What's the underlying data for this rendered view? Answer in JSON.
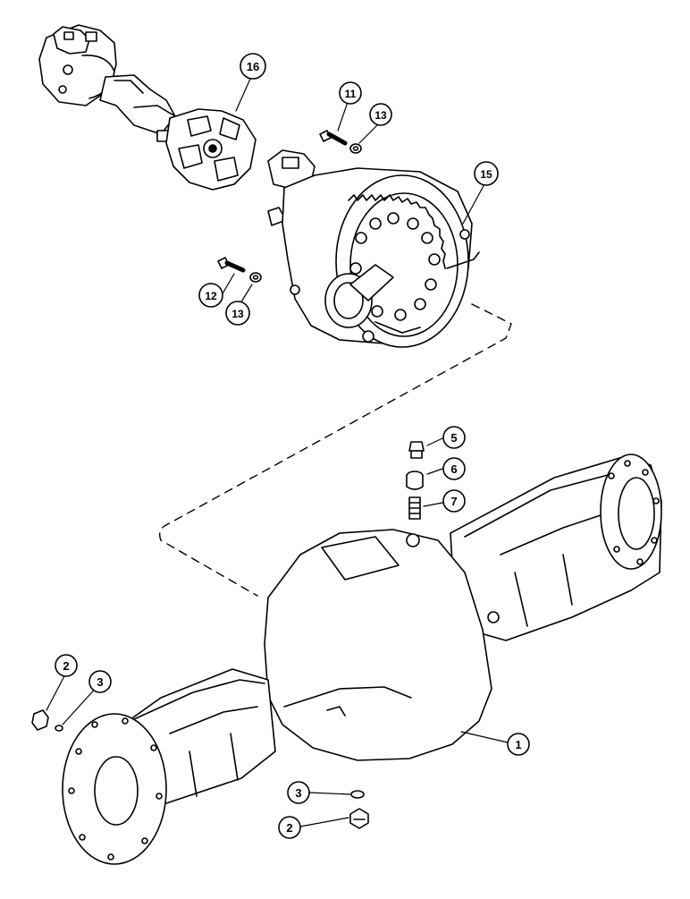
{
  "diagram": {
    "callouts": [
      {
        "id": "c16",
        "label": "16"
      },
      {
        "id": "c11",
        "label": "11"
      },
      {
        "id": "c13a",
        "label": "13"
      },
      {
        "id": "c15",
        "label": "15"
      },
      {
        "id": "c12",
        "label": "12"
      },
      {
        "id": "c13b",
        "label": "13"
      },
      {
        "id": "c5",
        "label": "5"
      },
      {
        "id": "c6",
        "label": "6"
      },
      {
        "id": "c7",
        "label": "7"
      },
      {
        "id": "c2a",
        "label": "2"
      },
      {
        "id": "c3a",
        "label": "3"
      },
      {
        "id": "c1",
        "label": "1"
      },
      {
        "id": "c3b",
        "label": "3"
      },
      {
        "id": "c2b",
        "label": "2"
      }
    ],
    "parts": [
      {
        "id": "drive-shaft-assembly"
      },
      {
        "id": "differential-assembly"
      },
      {
        "id": "axle-housing"
      },
      {
        "id": "bolt-11"
      },
      {
        "id": "bolt-12"
      },
      {
        "id": "washer-13"
      },
      {
        "id": "breather-5"
      },
      {
        "id": "bushing-6"
      },
      {
        "id": "stud-7"
      },
      {
        "id": "plug-2"
      },
      {
        "id": "seal-3"
      }
    ]
  }
}
